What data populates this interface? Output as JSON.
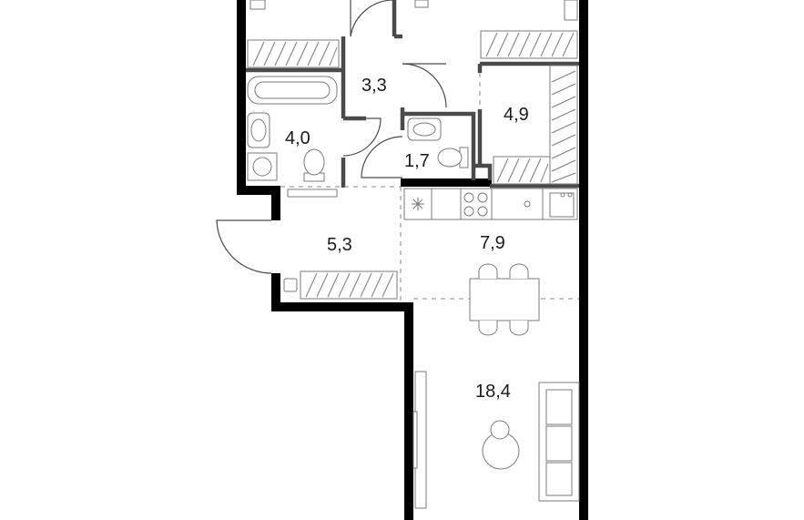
{
  "floor_plan": {
    "rooms": [
      {
        "id": "corridor-upper",
        "area": "3,3"
      },
      {
        "id": "bathroom",
        "area": "4,0"
      },
      {
        "id": "wardrobe",
        "area": "4,9"
      },
      {
        "id": "wc",
        "area": "1,7"
      },
      {
        "id": "hall",
        "area": "5,3"
      },
      {
        "id": "kitchen",
        "area": "7,9"
      },
      {
        "id": "living-room",
        "area": "18,4"
      }
    ]
  },
  "colors": {
    "outer_wall": "#000000",
    "partition": "#4a4a4a",
    "furniture_stroke": "#7a7a7a",
    "background": "#ffffff"
  }
}
